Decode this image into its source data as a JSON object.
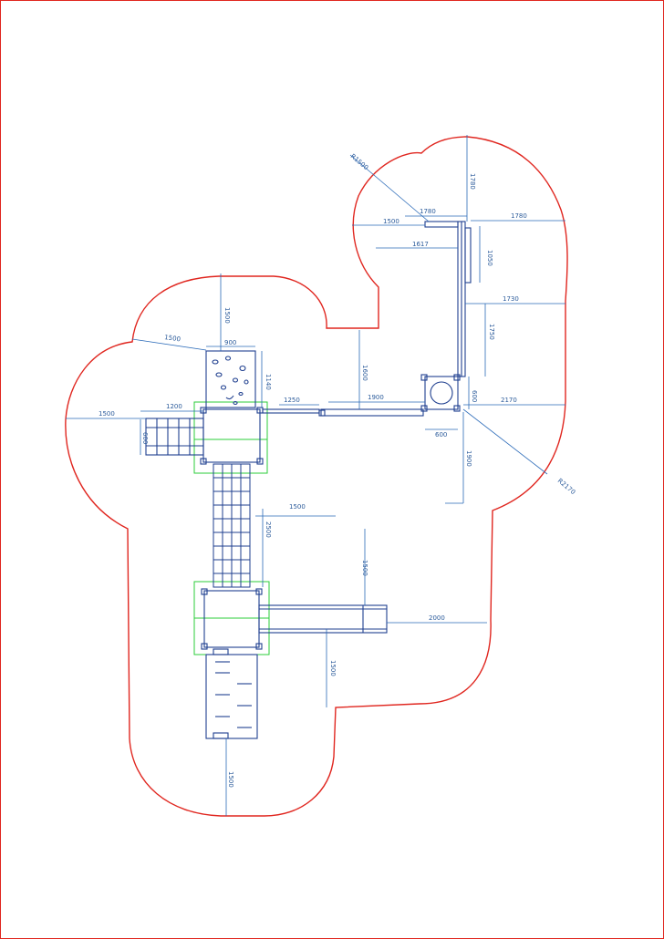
{
  "drawing": {
    "colors": {
      "safety_zone": "#e0261f",
      "equipment": "#1f3f8f",
      "dimension": "#2a6ab8",
      "module": "#2bcc3a",
      "frame": "#e0261f"
    },
    "dimensions": {
      "r1500": "R1500",
      "d1780_v": "1780",
      "d1780_h1": "1780",
      "d1500_top": "1500",
      "d1780_h2": "1780",
      "d1617": "1617",
      "d1050": "1050",
      "d1730": "1730",
      "d1750": "1750",
      "d1500_left_v": "1500",
      "d1500_diag": "1500",
      "d900": "900",
      "d1140": "1140",
      "d1600": "1600",
      "d1250": "1250",
      "d1900_h": "1900",
      "d600_sq": "600",
      "d600_right": "600",
      "d2170": "2170",
      "r2170": "R2170",
      "d1500_left_h": "1500",
      "d1200": "1200",
      "d600_steps": "600",
      "d1900_v": "1900",
      "d1500_mid": "1500",
      "d2500": "2500",
      "d1500_slide_v": "1500",
      "d2000": "2000",
      "d1500_lower": "1500",
      "d1500_bottom": "1500"
    }
  }
}
